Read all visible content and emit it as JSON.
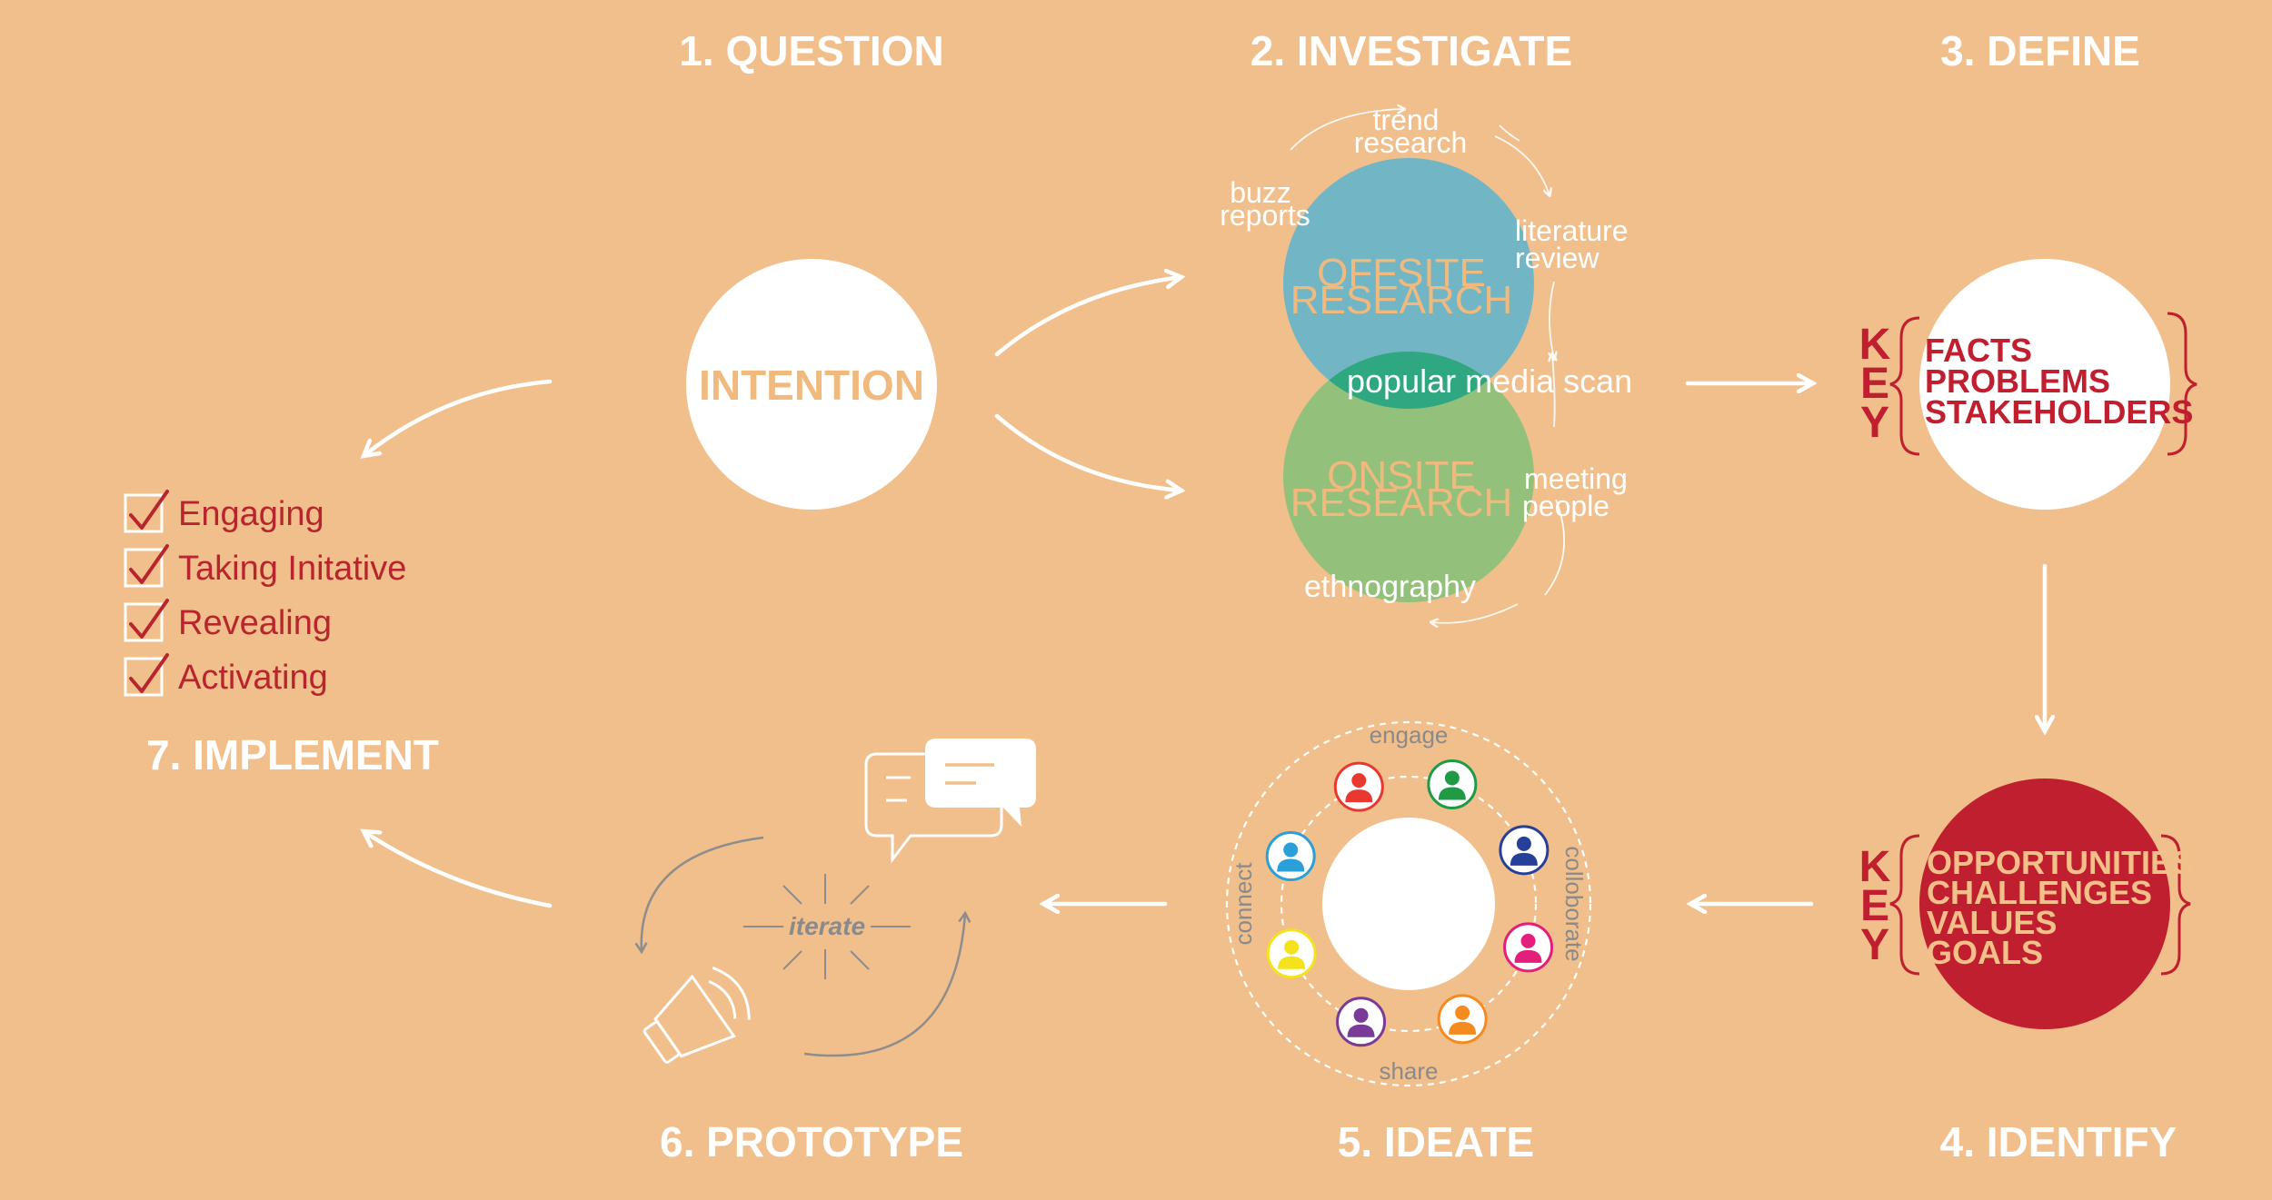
{
  "steps": {
    "question": "1. QUESTION",
    "investigate": "2. INVESTIGATE",
    "define": "3. DEFINE",
    "identify": "4. IDENTIFY",
    "ideate": "5. IDEATE",
    "prototype": "6. PROTOTYPE",
    "implement": "7. IMPLEMENT"
  },
  "question": {
    "center_label": "INTENTION"
  },
  "investigate": {
    "offsite_line1": "OFFSITE",
    "offsite_line2": "RESEARCH",
    "onsite_line1": "ONSITE",
    "onsite_line2": "RESEARCH",
    "overlap_label": "popular media scan",
    "methods": {
      "trend_line1": "trend",
      "trend_line2": "research",
      "buzz_line1": "buzz",
      "buzz_line2": "reports",
      "literature_line1": "literature",
      "literature_line2": "review",
      "meeting_line1": "meeting",
      "meeting_line2": "people",
      "ethnography": "ethnography"
    },
    "colors": {
      "offsite": "#72b6c6",
      "onsite": "#93c17c",
      "overlap": "#2fa882"
    }
  },
  "define": {
    "key_letters": [
      "K",
      "E",
      "Y"
    ],
    "items": [
      "FACTS",
      "PROBLEMS",
      "STAKEHOLDERS"
    ]
  },
  "identify": {
    "key_letters": [
      "K",
      "E",
      "Y"
    ],
    "items": [
      "OPPORTUNITIES",
      "CHALLENGES",
      "VALUES",
      "GOALS"
    ],
    "circle_color": "#c01f2f"
  },
  "ideate": {
    "ring_labels": {
      "top": "engage",
      "right": "colloborate",
      "bottom": "share",
      "left": "connect"
    },
    "people_colors": [
      "#1f9a45",
      "#26409a",
      "#e31e7b",
      "#f58a1f",
      "#7a3b96",
      "#f4e21c",
      "#2a9fd8",
      "#e8382f"
    ]
  },
  "prototype": {
    "center_label": "iterate"
  },
  "implement": {
    "checklist": [
      "Engaging",
      "Taking Initative",
      "Revealing",
      "Activating"
    ]
  },
  "colors": {
    "background": "#f1bf8b",
    "accent_red": "#c01f2f",
    "white": "#ffffff"
  }
}
